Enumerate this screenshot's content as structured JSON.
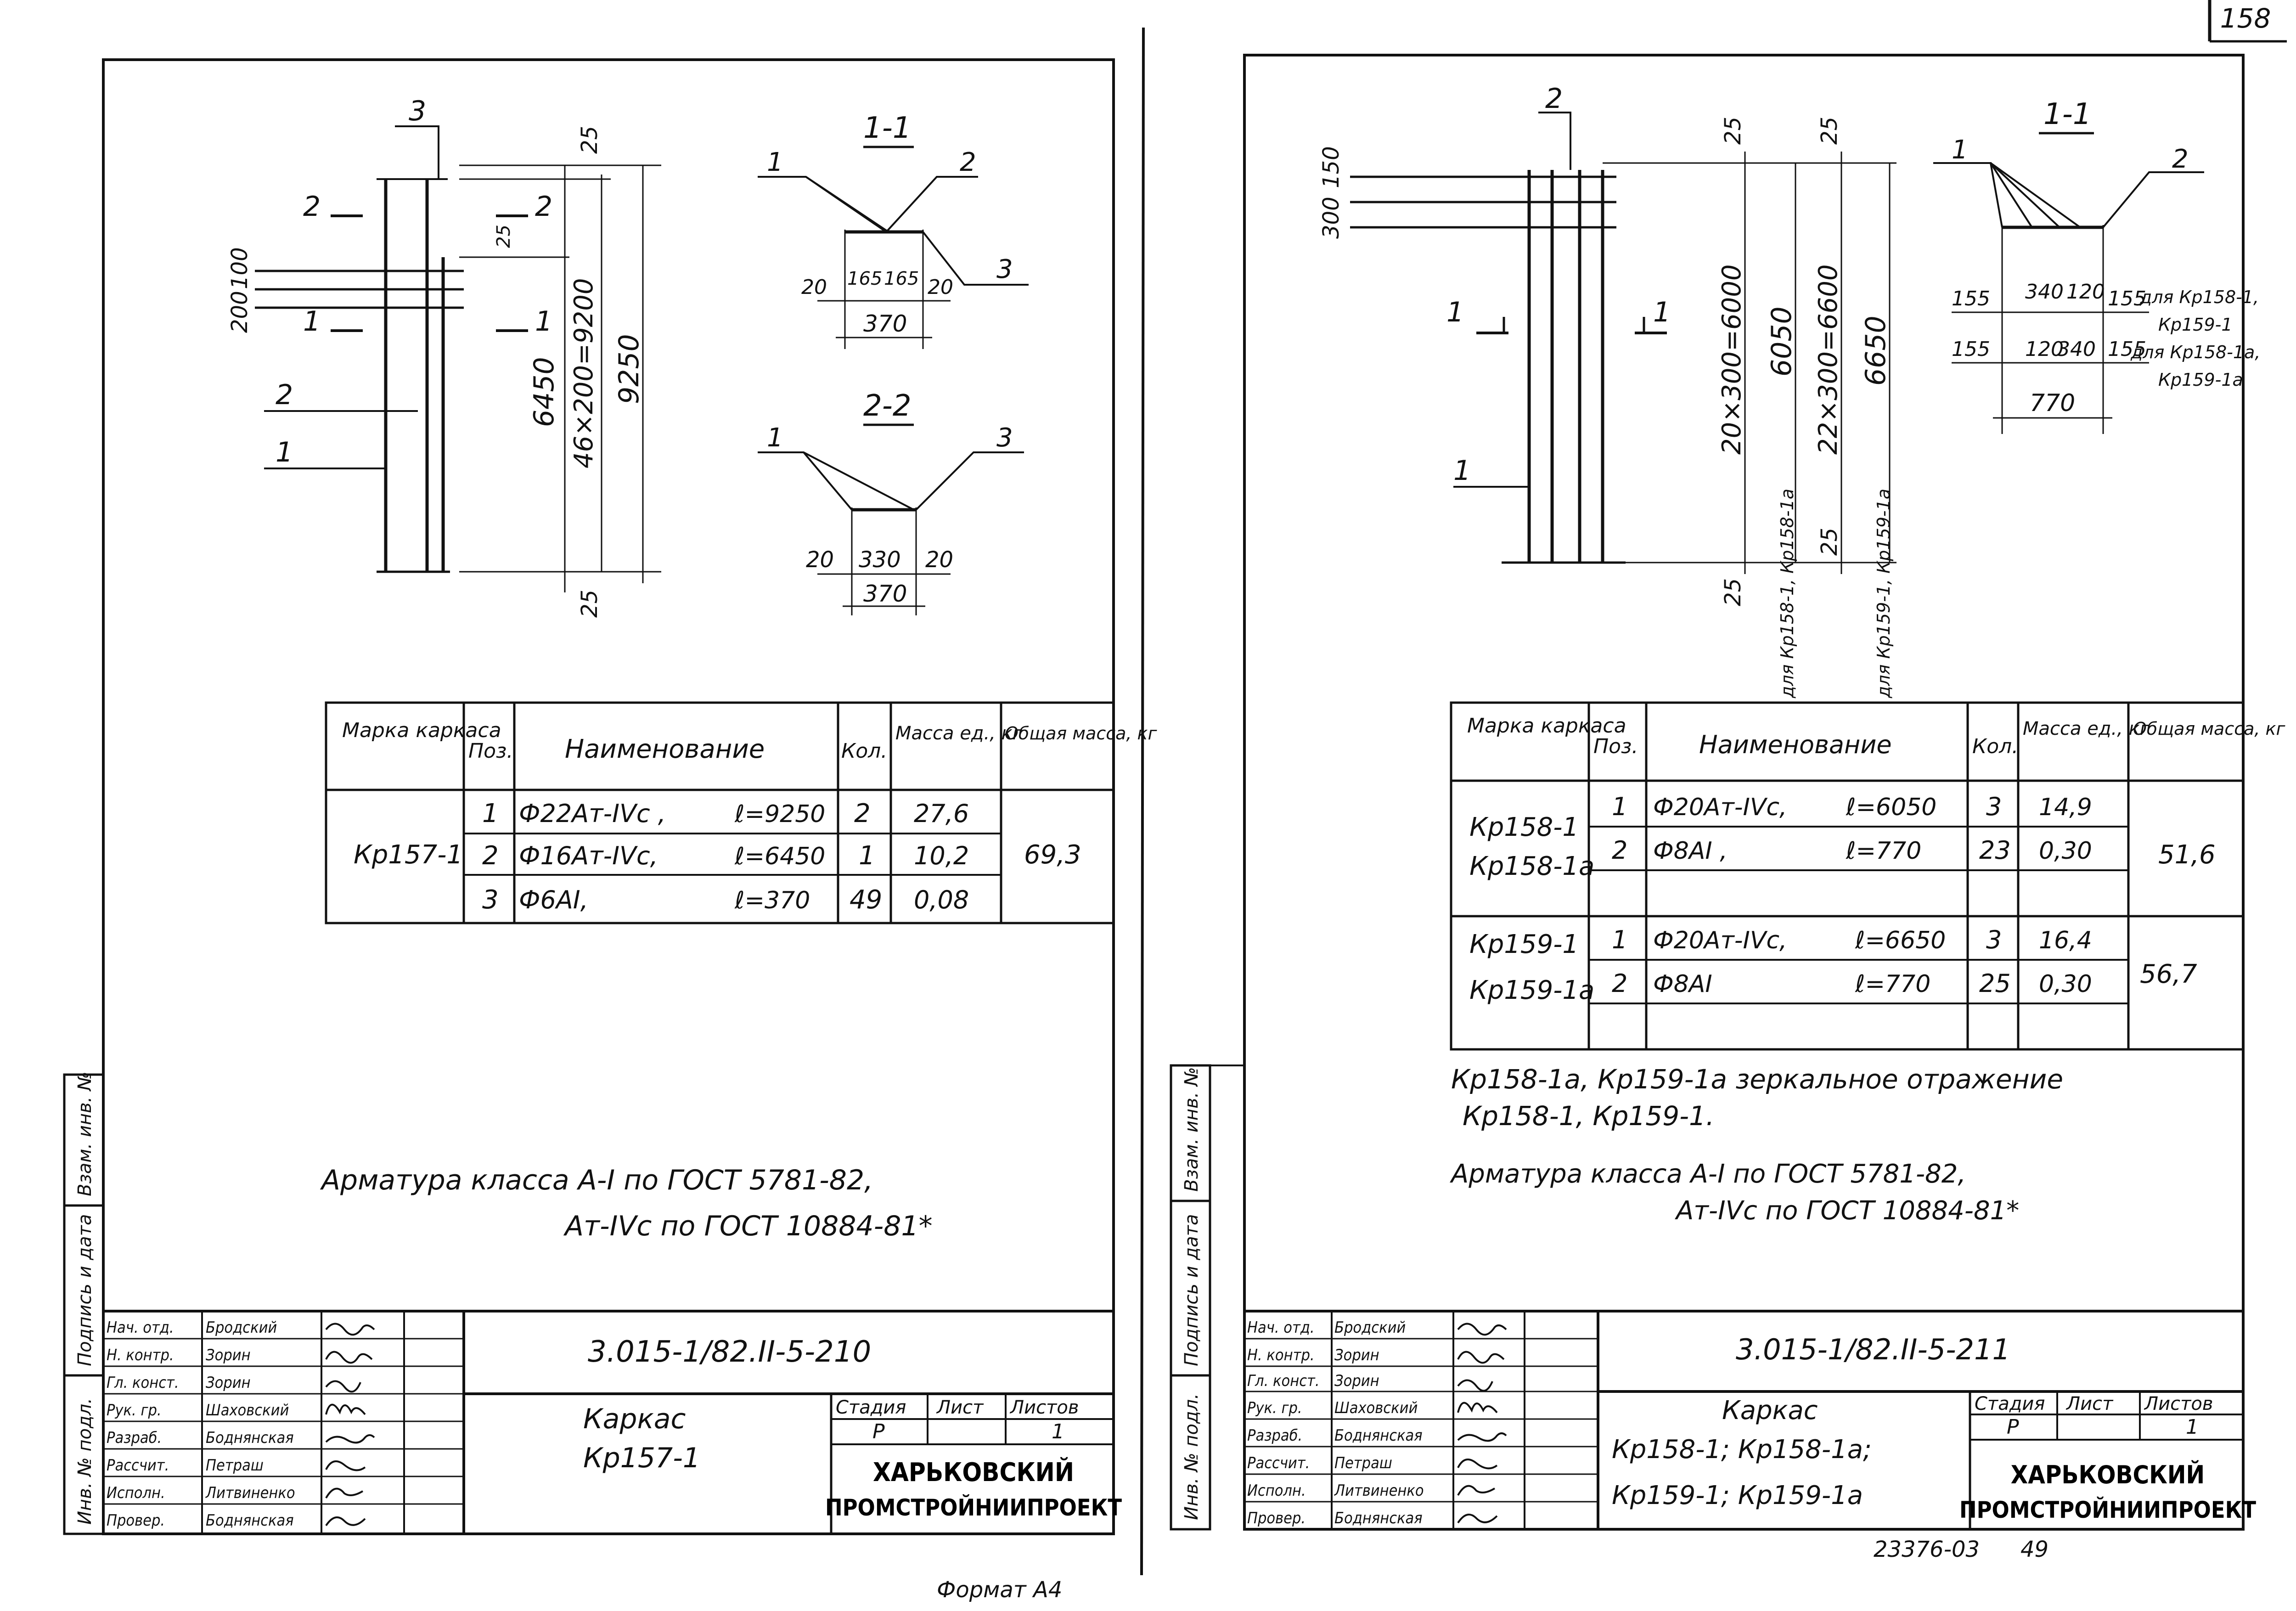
{
  "page": {
    "corner_number": "158",
    "footer_format": "Формат А4",
    "footer_stamp": "23376-03",
    "footer_page": "49"
  },
  "sheet_left": {
    "drawing": {
      "pos_labels": [
        "1",
        "2",
        "3"
      ],
      "section_markers": [
        "1",
        "2"
      ],
      "dims": [
        "25",
        "25",
        "25",
        "100",
        "200",
        "6450",
        "46×200=9200",
        "9250"
      ],
      "section_1_1": {
        "title": "1-1",
        "labels": [
          "1",
          "2",
          "3"
        ],
        "dims": [
          "20",
          "165",
          "165",
          "20",
          "370"
        ]
      },
      "section_2_2": {
        "title": "2-2",
        "labels": [
          "1",
          "3"
        ],
        "dims": [
          "20",
          "330",
          "20",
          "370"
        ]
      }
    },
    "spec": {
      "headers": [
        "Марка каркаса",
        "Поз.",
        "Наименование",
        "Кол.",
        "Масса ед., кг",
        "Общая масса, кг"
      ],
      "groups": [
        {
          "mark": "Кр157-1",
          "total": "69,3",
          "rows": [
            {
              "pos": "1",
              "name": "Ф22Ат-IVc ,",
              "len": "ℓ=9250",
              "qty": "2",
              "mass": "27,6"
            },
            {
              "pos": "2",
              "name": "Ф16Ат-IVc,",
              "len": "ℓ=6450",
              "qty": "1",
              "mass": "10,2"
            },
            {
              "pos": "3",
              "name": "Ф6АI,",
              "len": "ℓ=370",
              "qty": "49",
              "mass": "0,08"
            }
          ]
        }
      ]
    },
    "note_lines": [
      "Арматура класса А-I по ГОСТ 5781-82,",
      "Ат-IVc по ГОСТ 10884-81*"
    ],
    "side_labels": [
      "Инв. № подл.",
      "Подпись и дата",
      "Взам. инв. №"
    ],
    "title_block": {
      "code": "3.015-1/82.II-5-210",
      "title_lines": [
        "Каркас",
        "Кр157-1"
      ],
      "stage_headers": [
        "Стадия",
        "Лист",
        "Листов"
      ],
      "stage_values": [
        "Р",
        "",
        "1"
      ],
      "org_lines": [
        "ХАРЬКОВСКИЙ",
        "ПРОМСТРОЙНИИПРОЕКТ"
      ],
      "roles": [
        {
          "role": "Нач. отд.",
          "name": "Бродский"
        },
        {
          "role": "Н. контр.",
          "name": "Зорин"
        },
        {
          "role": "Гл. конст.",
          "name": "Зорин"
        },
        {
          "role": "Рук. гр.",
          "name": "Шаховский"
        },
        {
          "role": "Разраб.",
          "name": "Боднянская"
        },
        {
          "role": "Рассчит.",
          "name": "Петраш"
        },
        {
          "role": "Исполн.",
          "name": "Литвиненко"
        },
        {
          "role": "Провер.",
          "name": "Боднянская"
        }
      ]
    }
  },
  "sheet_right": {
    "drawing": {
      "pos_labels": [
        "1",
        "2"
      ],
      "section_markers": [
        "1",
        "1"
      ],
      "dims": [
        "300",
        "150",
        "25",
        "25",
        "25",
        "25",
        "20×300=6000",
        "6050",
        "22×300=6600",
        "6650"
      ],
      "vertical_notes": [
        "для Кр158-1, Кр158-1а",
        "для Кр159-1, Кр159-1а"
      ],
      "section_1_1": {
        "title": "1-1",
        "labels": [
          "1",
          "2"
        ],
        "row1": [
          "155",
          "340",
          "120",
          "155",
          "для Кр158-1,",
          "Кр159-1"
        ],
        "row2": [
          "155",
          "120",
          "340",
          "155",
          "для Кр158-1а,",
          "Кр159-1а"
        ],
        "total": "770"
      }
    },
    "spec": {
      "headers": [
        "Марка каркаса",
        "Поз.",
        "Наименование",
        "Кол.",
        "Масса ед., кг",
        "Общая масса, кг"
      ],
      "groups": [
        {
          "mark_lines": [
            "Кр158-1",
            "Кр158-1а"
          ],
          "total": "51,6",
          "rows": [
            {
              "pos": "1",
              "name": "Ф20Ат-IVc,",
              "len": "ℓ=6050",
              "qty": "3",
              "mass": "14,9"
            },
            {
              "pos": "2",
              "name": "Ф8АI ,",
              "len": "ℓ=770",
              "qty": "23",
              "mass": "0,30"
            }
          ]
        },
        {
          "mark_lines": [
            "Кр159-1",
            "Кр159-1а"
          ],
          "total": "56,7",
          "rows": [
            {
              "pos": "1",
              "name": "Ф20Ат-IVc,",
              "len": "ℓ=6650",
              "qty": "3",
              "mass": "16,4"
            },
            {
              "pos": "2",
              "name": "Ф8АI",
              "len": "ℓ=770",
              "qty": "25",
              "mass": "0,30"
            }
          ]
        }
      ]
    },
    "mirror_note": [
      "Кр158-1а, Кр159-1а зеркальное отражение",
      "Кр158-1, Кр159-1."
    ],
    "note_lines": [
      "Арматура класса А-I по ГОСТ 5781-82,",
      "Ат-IVc по ГОСТ 10884-81*"
    ],
    "side_labels": [
      "Инв. № подл.",
      "Подпись и дата",
      "Взам. инв. №"
    ],
    "title_block": {
      "code": "3.015-1/82.II-5-211",
      "title_lines": [
        "Каркас",
        "Кр158-1; Кр158-1а;",
        "Кр159-1; Кр159-1а"
      ],
      "stage_headers": [
        "Стадия",
        "Лист",
        "Листов"
      ],
      "stage_values": [
        "Р",
        "",
        "1"
      ],
      "org_lines": [
        "ХАРЬКОВСКИЙ",
        "ПРОМСТРОЙНИИПРОЕКТ"
      ],
      "roles": [
        {
          "role": "Нач. отд.",
          "name": "Бродский"
        },
        {
          "role": "Н. контр.",
          "name": "Зорин"
        },
        {
          "role": "Гл. конст.",
          "name": "Зорин"
        },
        {
          "role": "Рук. гр.",
          "name": "Шаховский"
        },
        {
          "role": "Разраб.",
          "name": "Боднянская"
        },
        {
          "role": "Рассчит.",
          "name": "Петраш"
        },
        {
          "role": "Исполн.",
          "name": "Литвиненко"
        },
        {
          "role": "Провер.",
          "name": "Боднянская"
        }
      ]
    }
  }
}
